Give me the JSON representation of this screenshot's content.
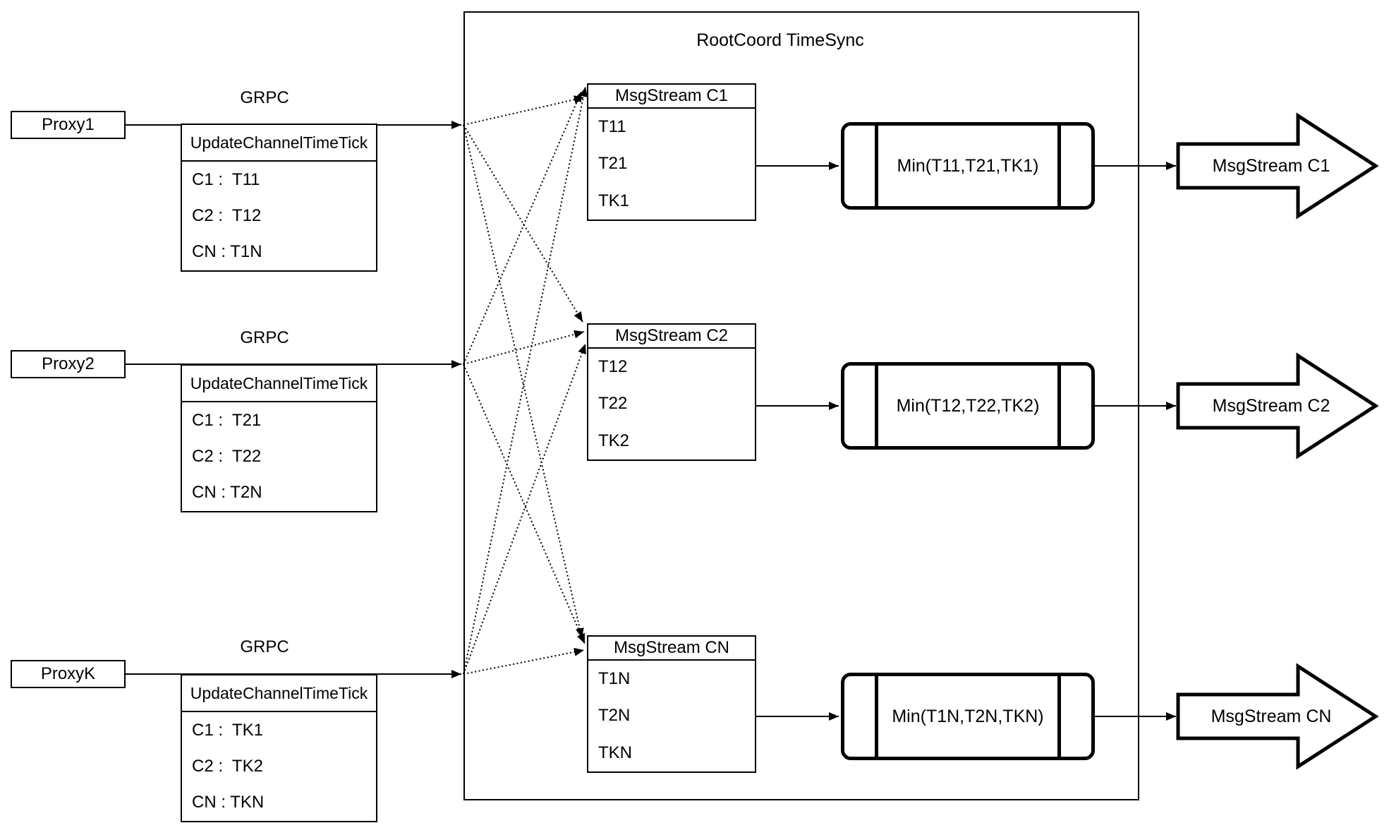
{
  "diagram": {
    "title": "RootCoord TimeSync",
    "colors": {
      "stroke": "#000000",
      "background": "#ffffff"
    },
    "proxies": [
      {
        "name": "Proxy1",
        "protocol": "GRPC",
        "table": {
          "header": "UpdateChannelTimeTick",
          "rows": [
            "C1 :  T11",
            "C2 :  T12",
            "CN : T1N"
          ]
        }
      },
      {
        "name": "Proxy2",
        "protocol": "GRPC",
        "table": {
          "header": "UpdateChannelTimeTick",
          "rows": [
            "C1 :  T21",
            "C2 :  T22",
            "CN : T2N"
          ]
        }
      },
      {
        "name": "ProxyK",
        "protocol": "GRPC",
        "table": {
          "header": "UpdateChannelTimeTick",
          "rows": [
            "C1 :  TK1",
            "C2 :  TK2",
            "CN : TKN"
          ]
        }
      }
    ],
    "streams": [
      {
        "header": "MsgStream C1",
        "rows": [
          "T11",
          "T21",
          "TK1"
        ],
        "min": "Min(T11,T21,TK1)",
        "output": "MsgStream C1"
      },
      {
        "header": "MsgStream C2",
        "rows": [
          "T12",
          "T22",
          "TK2"
        ],
        "min": "Min(T12,T22,TK2)",
        "output": "MsgStream C2"
      },
      {
        "header": "MsgStream CN",
        "rows": [
          "T1N",
          "T2N",
          "TKN"
        ],
        "min": "Min(T1N,T2N,TKN)",
        "output": "MsgStream CN"
      }
    ]
  }
}
